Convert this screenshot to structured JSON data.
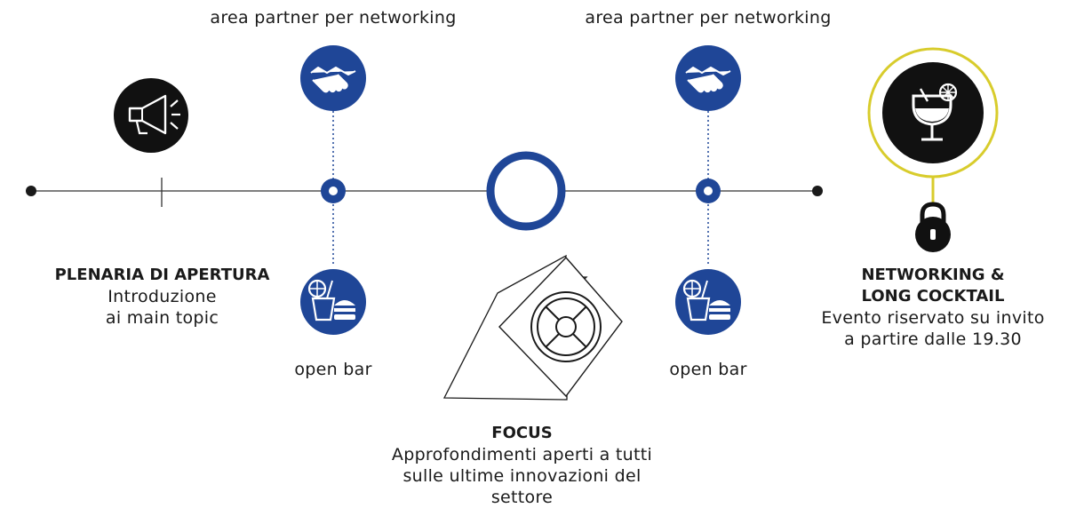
{
  "top_labels": {
    "left_partner": "area partner per networking",
    "right_partner": "area partner per networking"
  },
  "plenaria": {
    "title": "PLENARIA DI APERTURA",
    "line1": "Introduzione",
    "line2": "ai main topic"
  },
  "open_bar": {
    "left": "open bar",
    "right": "open bar"
  },
  "focus": {
    "title": "FOCUS",
    "line1": "Approfondimenti aperti a tutti",
    "line2": "sulle ultime innovazioni del",
    "line3": "settore"
  },
  "networking": {
    "title_line1": "NETWORKING &",
    "title_line2": "LONG COCKTAIL",
    "line1": "Evento riservato su invito",
    "line2": "a partire dalle 19.30"
  },
  "colors": {
    "blue": "#1f4697",
    "black": "#111111",
    "yellow_ring": "#d8cc2c",
    "line": "#333333"
  },
  "icons": [
    "megaphone-icon",
    "handshake-icon",
    "drink-burger-icon",
    "target-icon",
    "cocktail-icon",
    "lock-icon"
  ]
}
